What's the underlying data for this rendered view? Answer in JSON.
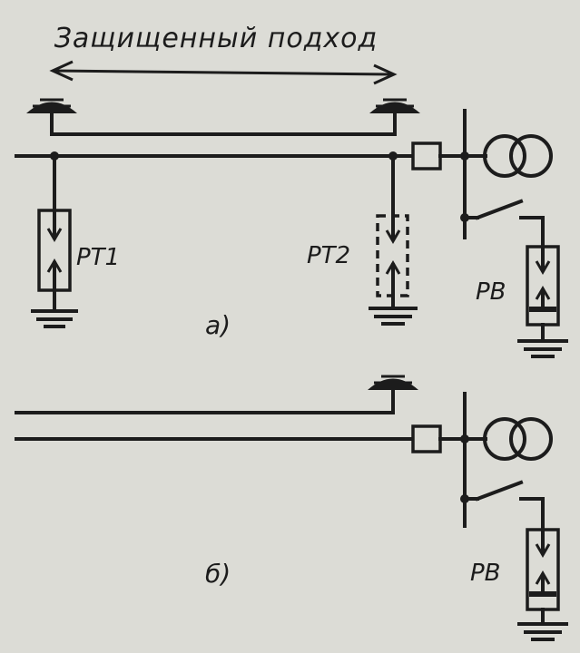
{
  "colors": {
    "ink": "#1c1c1c",
    "paper": "#dcdcd6"
  },
  "labels": {
    "title": "Защищенный подход",
    "rt1": "РТ1",
    "rt2": "РТ2",
    "rv_a": "РВ",
    "rv_b": "РВ",
    "fig_a": "а)",
    "fig_b": "б)"
  }
}
